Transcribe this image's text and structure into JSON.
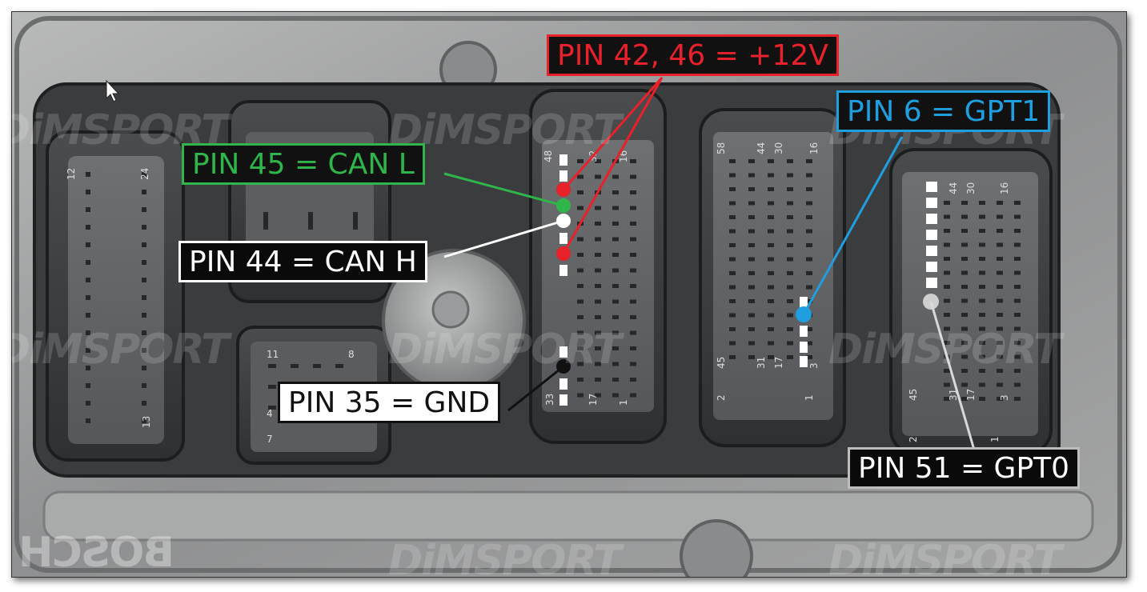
{
  "watermark": "DiMSPORT",
  "bosch_mark": "BOSCH",
  "labels": {
    "pin42_46": "PIN 42, 46 = +12V",
    "pin45": "PIN 45 = CAN L",
    "pin44": "PIN 44 = CAN H",
    "pin35": "PIN 35 = GND",
    "pin6": "PIN 6 = GPT1",
    "pin51": "PIN 51 = GPT0"
  },
  "colors": {
    "plus12v": "#e8212b",
    "can_l": "#2fb54a",
    "can_h": "#ffffff",
    "gnd": "#111111",
    "gpt1": "#1f9ee0",
    "gpt0": "#cfcfcf"
  },
  "connector_numbers": {
    "left_top": "12",
    "left_top2": "24",
    "left_bottom": "13",
    "mid_top": [
      "48",
      "32",
      "16"
    ],
    "mid_bottom": [
      "33",
      "17",
      "1"
    ],
    "right1_top": [
      "58",
      "44",
      "30",
      "16"
    ],
    "right1_bottom": [
      "45",
      "31",
      "17",
      "3"
    ],
    "right1_edge": [
      "2",
      "1"
    ],
    "right2_top": [
      "44",
      "30",
      "16"
    ],
    "right2_bottom": [
      "45",
      "31",
      "17",
      "3"
    ],
    "right2_edge": [
      "2",
      "1"
    ],
    "small_top": [
      "11",
      "8"
    ],
    "small_bottom": [
      "4",
      "7"
    ]
  }
}
